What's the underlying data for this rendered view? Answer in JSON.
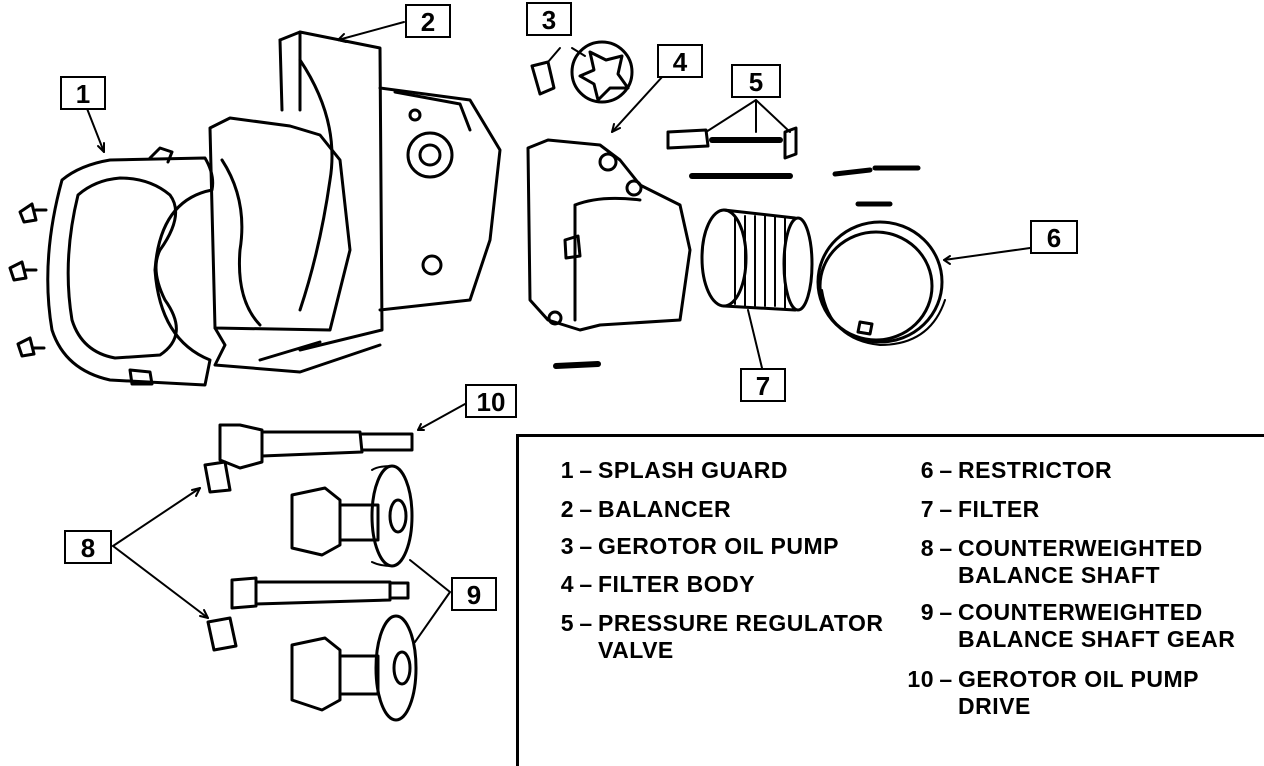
{
  "callouts": [
    "1",
    "2",
    "3",
    "4",
    "5",
    "6",
    "7",
    "8",
    "9",
    "10"
  ],
  "legend": [
    {
      "num": "1",
      "lines": [
        "SPLASH GUARD"
      ]
    },
    {
      "num": "2",
      "lines": [
        "BALANCER"
      ]
    },
    {
      "num": "3",
      "lines": [
        "GEROTOR OIL PUMP"
      ]
    },
    {
      "num": "4",
      "lines": [
        "FILTER BODY"
      ]
    },
    {
      "num": "5",
      "lines": [
        "PRESSURE REGULATOR",
        "VALVE"
      ]
    },
    {
      "num": "6",
      "lines": [
        "RESTRICTOR"
      ]
    },
    {
      "num": "7",
      "lines": [
        "FILTER"
      ]
    },
    {
      "num": "8",
      "lines": [
        "COUNTERWEIGHTED",
        "BALANCE SHAFT"
      ]
    },
    {
      "num": "9",
      "lines": [
        "COUNTERWEIGHTED",
        "BALANCE SHAFT GEAR"
      ]
    },
    {
      "num": "10",
      "lines": [
        "GEROTOR OIL PUMP",
        "DRIVE"
      ]
    }
  ]
}
